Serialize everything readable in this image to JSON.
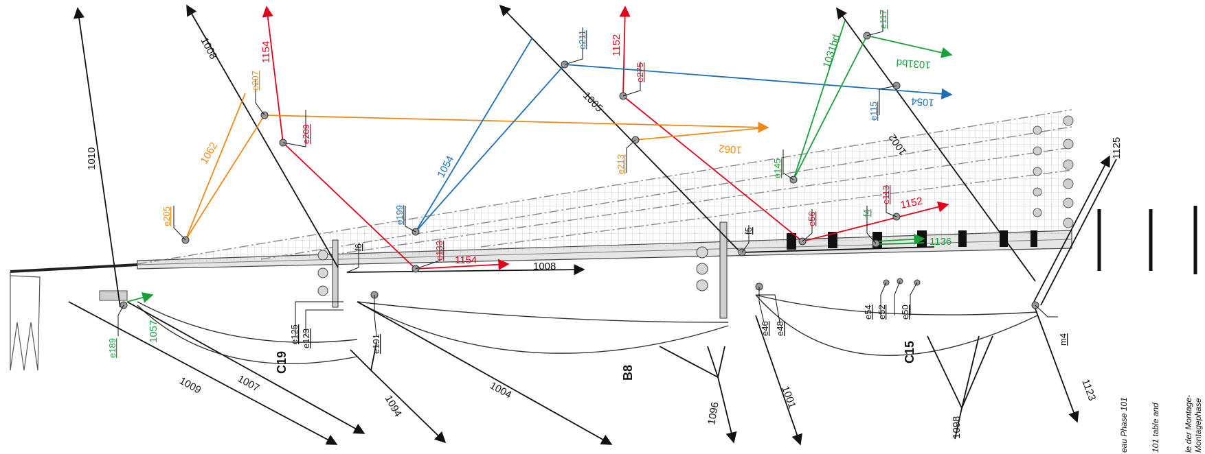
{
  "colors": {
    "black": "#111111",
    "red": "#e3001b",
    "green": "#18a03a",
    "blue": "#1c6fb6",
    "orange": "#ef8a17",
    "sketch": "#8c8c8c"
  },
  "sections": {
    "c19": "C19",
    "b8": "B8",
    "c15": "C15"
  },
  "black_labels": {
    "l1010": "1010",
    "l1008_top": "1008",
    "l1005": "1005",
    "l1002": "1002",
    "l1009": "1009",
    "l1007": "1007",
    "l1094": "1094",
    "l1004": "1004",
    "l1096": "1096",
    "l1001": "1001",
    "l1098": "1098",
    "l1123": "1123",
    "l1125": "1125",
    "l1008_mid": "1008"
  },
  "red_labels": {
    "l1154_top": "1154",
    "l1152_top": "1152",
    "l1154_mid": "1154",
    "l1152_mid": "1152"
  },
  "green_labels": {
    "l1031bd_a": "1031bd",
    "l1031bd_b": "1031bd",
    "l1057": "1057",
    "l1136": "1136"
  },
  "blue_labels": {
    "l1054_a": "1054",
    "l1054_b": "1054"
  },
  "orange_labels": {
    "l1062_a": "1062",
    "l1062_b": "1062"
  },
  "points": {
    "e205": "e205",
    "e207": "e207",
    "e209": "e209",
    "e213": "e213",
    "e199": "e199",
    "e211": "e211",
    "e275": "e275",
    "e133": "e133",
    "e115": "e115",
    "e117": "e117",
    "e145": "e145",
    "e56": "e56",
    "e113": "e113",
    "f4": "f4",
    "f5": "f5",
    "f6": "f6",
    "e189": "e189",
    "e125": "e125",
    "e123": "e123",
    "e191": "e191",
    "e46": "e46",
    "e48": "e48",
    "e54": "e54",
    "e52": "e52",
    "e50": "e50",
    "m4": "m4"
  },
  "margin_notes": {
    "note1": "eau Phase 101",
    "note2": "101 table and",
    "note3a": "le der Montage-",
    "note3b": "Montagephase"
  }
}
